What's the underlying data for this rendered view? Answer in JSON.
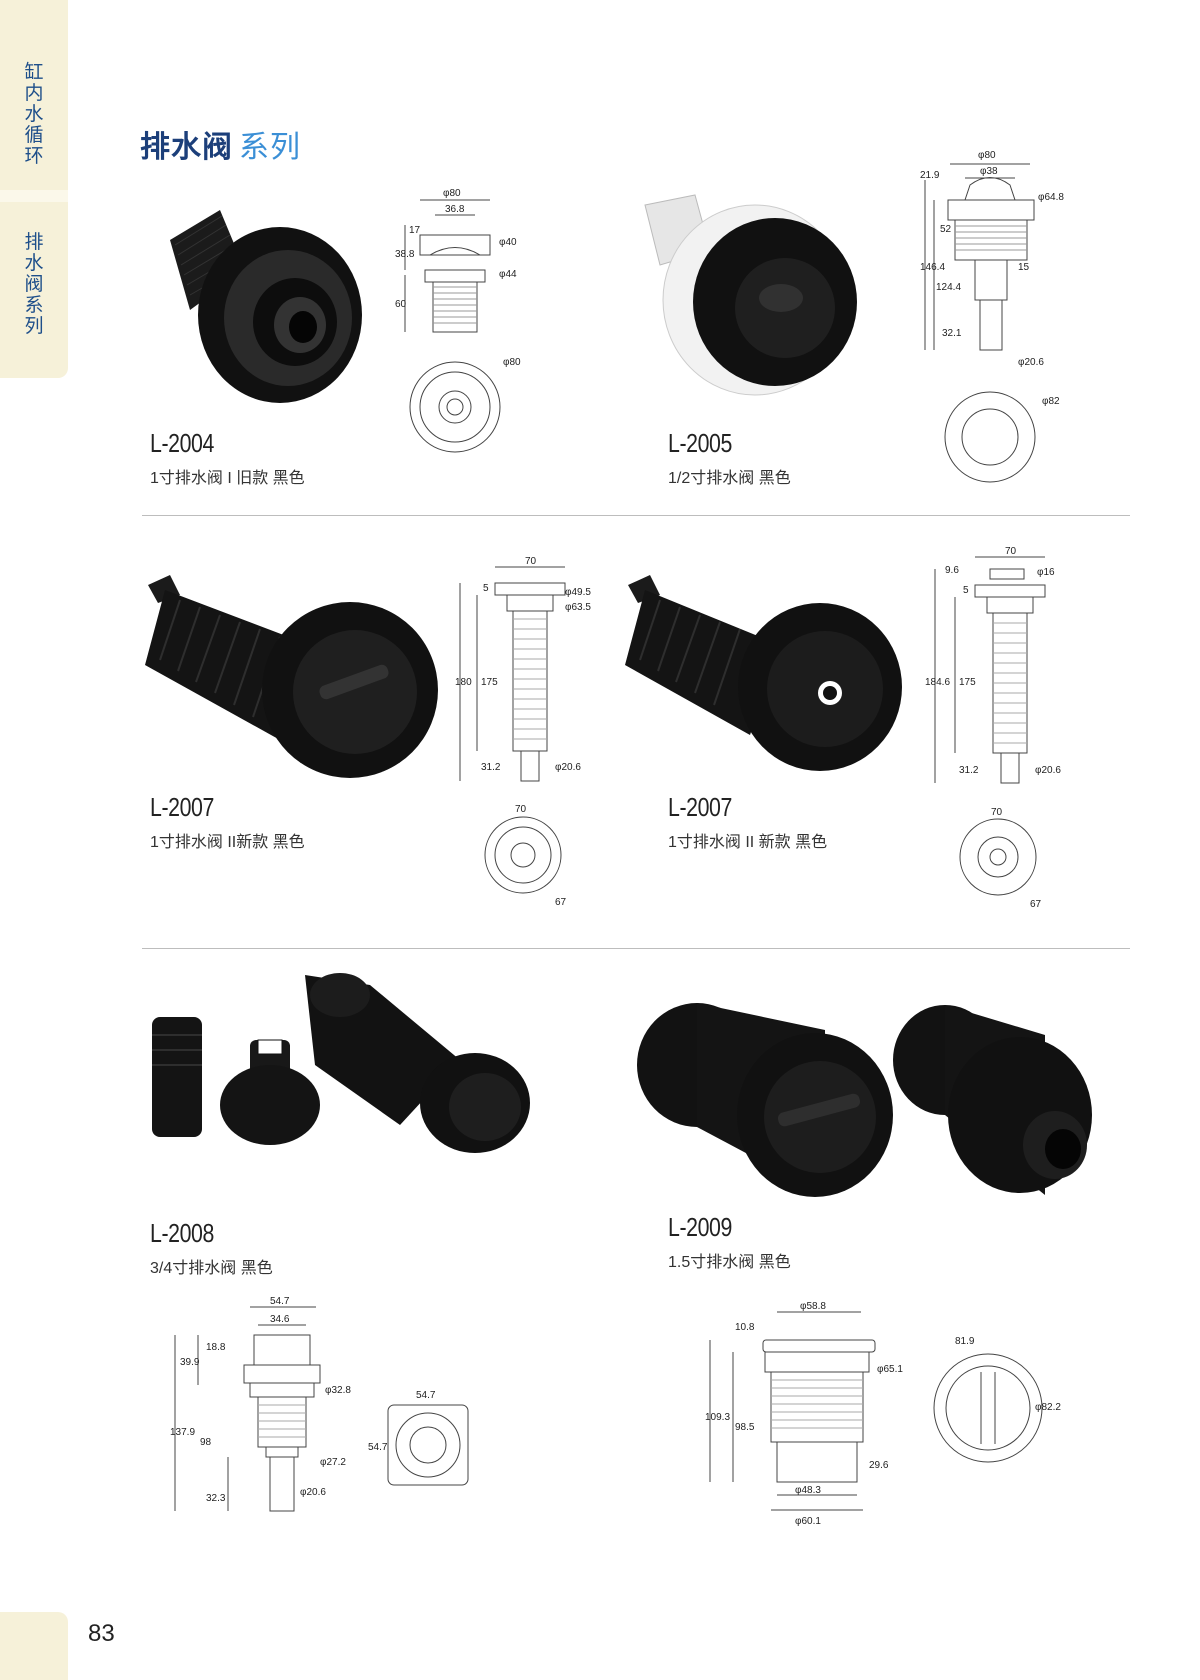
{
  "sidebar": {
    "tab1_chars": [
      "缸",
      "内",
      "水",
      "循",
      "环"
    ],
    "tab2_chars": [
      "排",
      "水",
      "阀",
      "系",
      "列"
    ]
  },
  "title": {
    "main": "排水阀",
    "sub": "系列"
  },
  "products": [
    {
      "code": "L-2004",
      "desc": "1寸排水阀 I 旧款 黑色",
      "dims": [
        "φ80",
        "36.8",
        "17",
        "38.8",
        "φ40",
        "φ44",
        "60",
        "φ80"
      ]
    },
    {
      "code": "L-2005",
      "desc": "1/2寸排水阀 黑色",
      "dims": [
        "φ80",
        "φ38",
        "21.9",
        "φ64.8",
        "52",
        "146.4",
        "124.4",
        "15",
        "32.1",
        "φ20.6",
        "φ82"
      ]
    },
    {
      "code": "L-2007",
      "desc": "1寸排水阀 II新款 黑色",
      "dims": [
        "70",
        "5",
        "φ49.5",
        "φ63.5",
        "180",
        "175",
        "31.2",
        "φ20.6",
        "70",
        "67"
      ]
    },
    {
      "code": "L-2007",
      "desc": "1寸排水阀 II 新款 黑色",
      "dims": [
        "70",
        "9.6",
        "5",
        "φ16",
        "184.6",
        "175",
        "31.2",
        "φ20.6",
        "70",
        "67"
      ]
    },
    {
      "code": "L-2008",
      "desc": "3/4寸排水阀 黑色",
      "dims": [
        "54.7",
        "34.6",
        "18.8",
        "39.9",
        "φ32.8",
        "137.9",
        "98",
        "φ27.2",
        "32.3",
        "φ20.6",
        "54.7",
        "54.7"
      ]
    },
    {
      "code": "L-2009",
      "desc": "1.5寸排水阀 黑色",
      "dims": [
        "φ58.8",
        "10.8",
        "φ65.1",
        "109.3",
        "98.5",
        "29.6",
        "φ48.3",
        "φ60.1",
        "81.9",
        "φ82.2"
      ]
    }
  ],
  "page_number": "83"
}
